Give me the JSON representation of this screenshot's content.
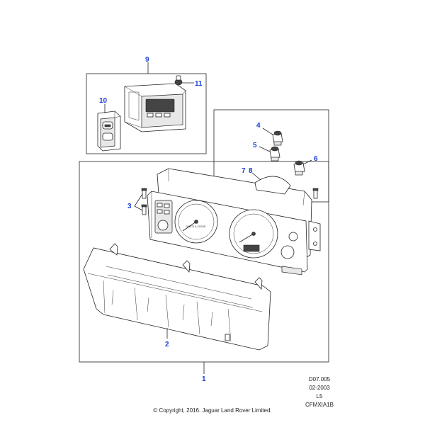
{
  "callouts": {
    "c1": "1",
    "c2": "2",
    "c3": "3",
    "c4": "4",
    "c5": "5",
    "c6": "6",
    "c7": "7",
    "c8": "8",
    "c9": "9",
    "c10": "10",
    "c11": "11"
  },
  "gauge_text": {
    "fuel_temp_label": "CHECK & CLEAR"
  },
  "reference": {
    "code": "D07.005",
    "date": "02-2003",
    "level": "L5",
    "id": "CFMXIA1B"
  },
  "copyright": "© Copyright, 2016. Jaguar Land Rover Limited.",
  "colors": {
    "callout": "#1a3fd6",
    "line": "#222222"
  }
}
